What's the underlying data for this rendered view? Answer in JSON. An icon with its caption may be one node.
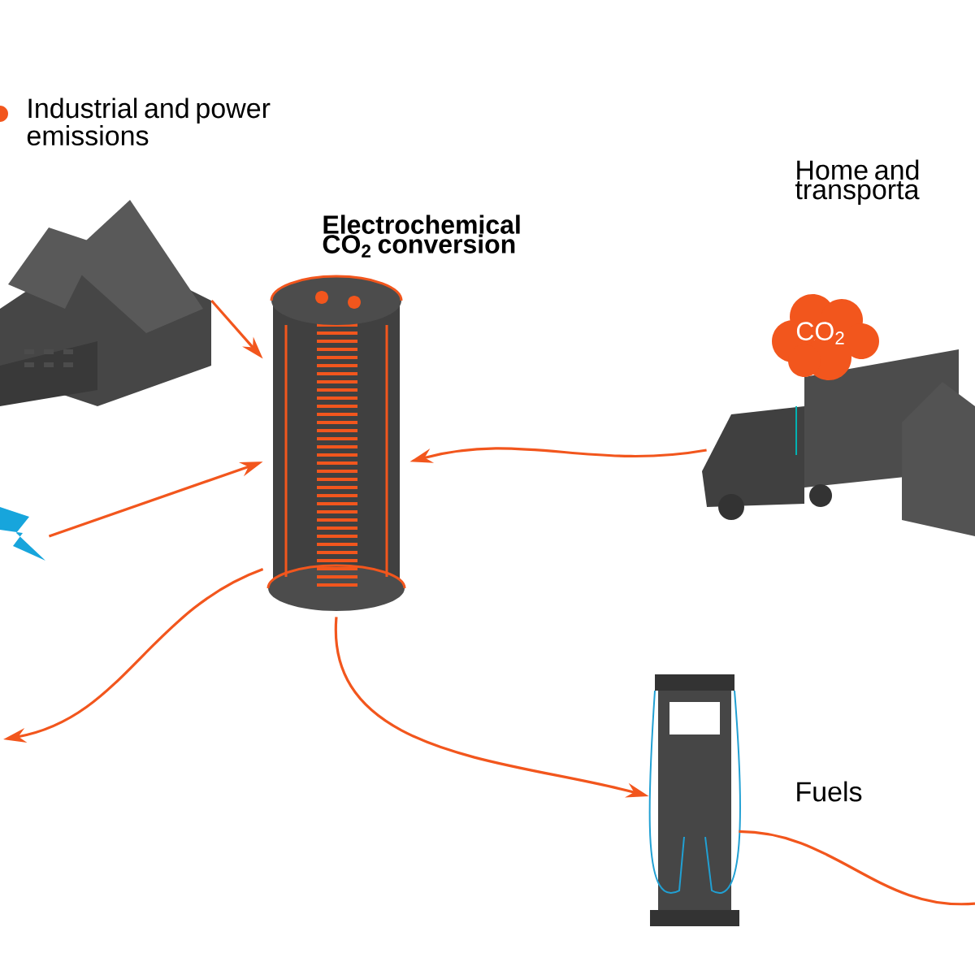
{
  "diagram": {
    "nodes": [
      {
        "text": [],
        "shape": "picture",
        "beside": [
          "Industrial and power emissions"
        ]
      },
      {
        "text": [],
        "shape": "picture",
        "beside": [
          "Electrochemical CO$_{2}$ conversion"
        ]
      },
      {
        "text": [],
        "shape": "picture"
      },
      {
        "text": [
          "CO$_{2}$"
        ]
      },
      {
        "text": [],
        "shape": "picture"
      },
      {
        "text": [],
        "shape": "picture",
        "beside": [
          "Fuels"
        ]
      }
    ],
    "edges": [
      {
        "from": 0,
        "to": 1,
        "arrow": "to"
      },
      {
        "from": 2,
        "to": 1,
        "arrow": "to"
      },
      {
        "from": 4,
        "to": 1,
        "arrow": "to"
      },
      {
        "from": 1,
        "to": null,
        "arrow": "to"
      },
      {
        "from": 1,
        "to": 5,
        "arrow": "to"
      },
      {
        "from": 5,
        "to": null,
        "arrow": "none"
      }
    ],
    "labels": [
      "Home and transporta"
    ]
  }
}
